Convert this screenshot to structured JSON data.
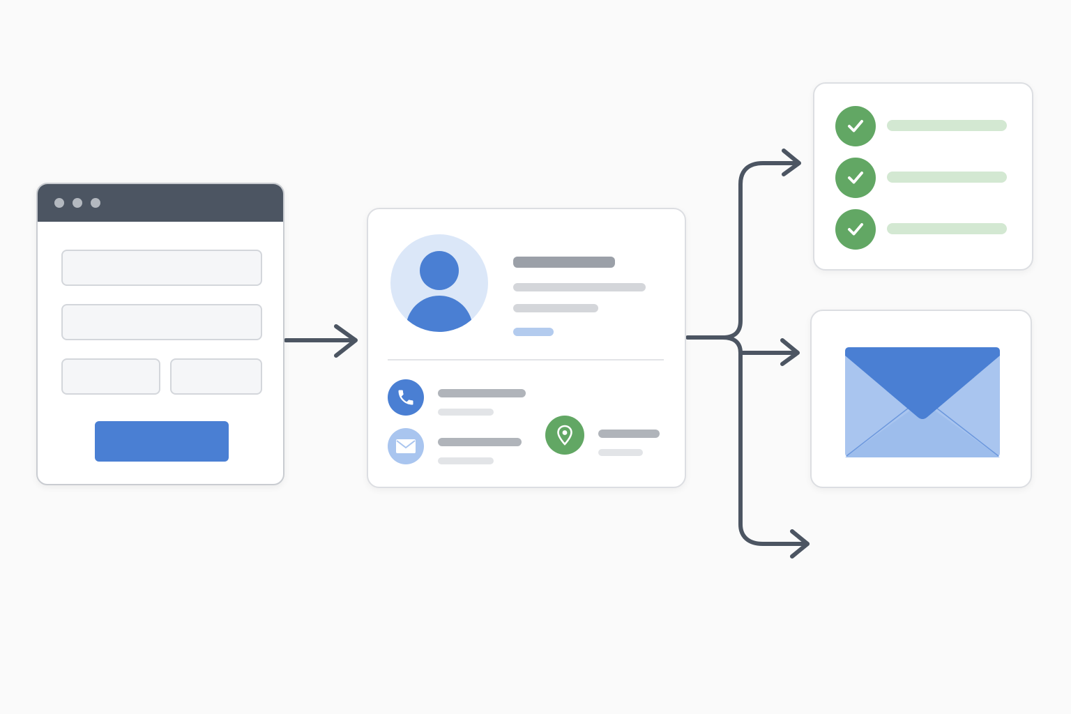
{
  "diagram": {
    "nodes": [
      {
        "id": "form-window",
        "kind": "web form with input fields and submit button"
      },
      {
        "id": "contact-card",
        "kind": "contact profile card"
      },
      {
        "id": "checklist-card",
        "kind": "checklist with three completed items"
      },
      {
        "id": "email-card",
        "kind": "email envelope"
      }
    ],
    "edges": [
      {
        "from": "form-window",
        "to": "contact-card"
      },
      {
        "from": "contact-card",
        "to": "checklist-card"
      },
      {
        "from": "contact-card",
        "to": "email-card"
      },
      {
        "from": "contact-card",
        "to": "unlabeled-branch"
      }
    ],
    "form": {
      "field_count": 4,
      "titlebar_dots": 3
    },
    "contact": {
      "icons": [
        "person-icon",
        "phone-icon",
        "mail-icon",
        "location-pin-icon"
      ]
    },
    "checklist": {
      "completed_items": 3
    }
  },
  "colors": {
    "accent_blue": "#4a7fd3",
    "light_blue": "#dbe7f8",
    "success_green": "#62a764",
    "pale_green": "#d3e8d2",
    "connector_gray": "#4c5562",
    "titlebar_gray": "#4c5562"
  }
}
